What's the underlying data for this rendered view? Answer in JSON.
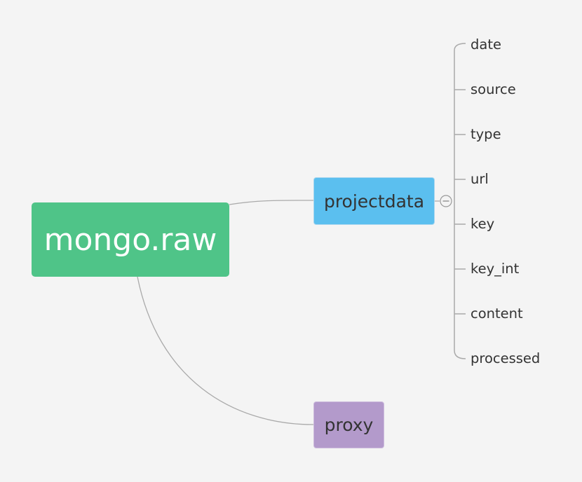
{
  "root": {
    "label": "mongo.raw",
    "color": "#4fc488"
  },
  "branches": [
    {
      "id": "projectdata",
      "label": "projectdata",
      "color": "#5bbfef",
      "children": [
        "date",
        "source",
        "type",
        "url",
        "key",
        "key_int",
        "content",
        "processed"
      ]
    },
    {
      "id": "proxy",
      "label": "proxy",
      "color": "#b39acb",
      "children": []
    }
  ],
  "icons": {
    "collapse": "collapse-minus-icon"
  },
  "connector_color": "#aaaaaa",
  "background": "#f4f4f4"
}
